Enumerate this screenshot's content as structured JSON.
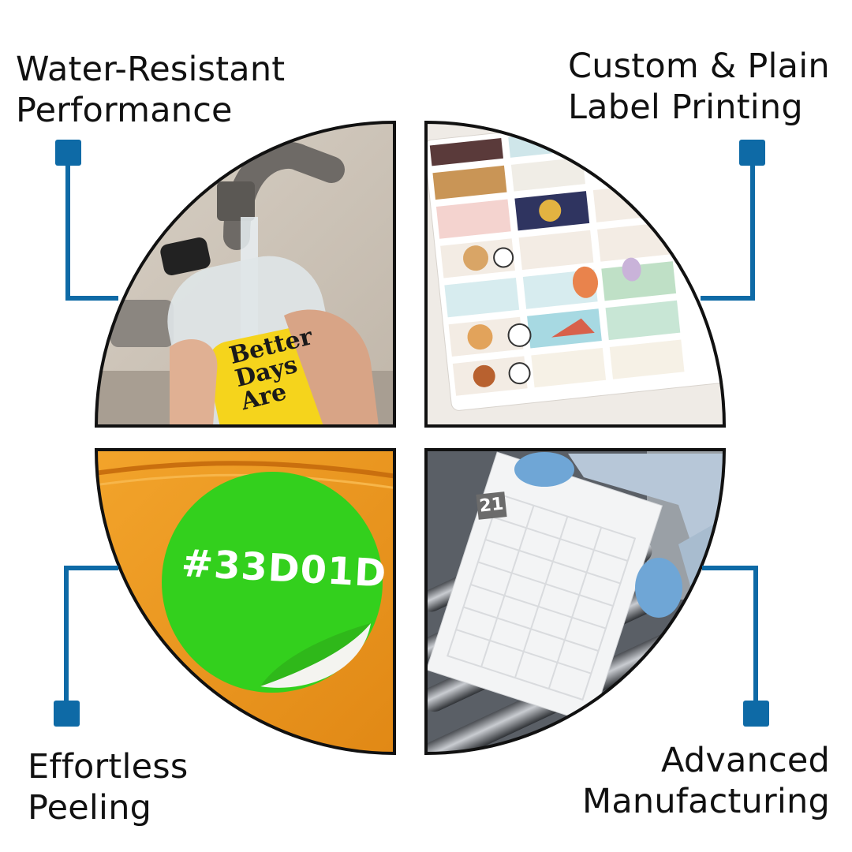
{
  "captions": {
    "top_left": [
      "Water-Resistant",
      "Performance"
    ],
    "top_right": [
      "Custom & Plain",
      "Label Printing"
    ],
    "bottom_left": [
      "Effortless",
      "Peeling"
    ],
    "bottom_right": [
      "Advanced",
      "Manufacturing"
    ]
  },
  "sticker": {
    "text": "#33D01D",
    "color": "#33D01D"
  },
  "bottle_label": {
    "lines": [
      "Better",
      "Days",
      "Are"
    ]
  },
  "sheet": {
    "number": "21"
  },
  "colors": {
    "connector": "#0e6aa6",
    "quadrant_border": "#111111",
    "sticker_green": "#33D01D",
    "bag_orange": "#ef9a1f",
    "bottle_label_yellow": "#f5d41c"
  }
}
